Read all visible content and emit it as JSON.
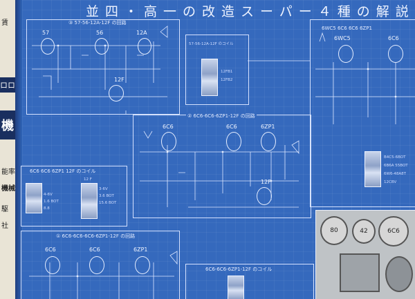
{
  "page_title": "並四・高一の改造スーパー４種の解説",
  "left_strip": {
    "top_box": "ロロ",
    "mid_box": "機",
    "text_lines": [
      "賃",
      "能率",
      "機械",
      "駆",
      "社"
    ]
  },
  "panels": [
    {
      "caption": "③ 57-56-12A-12F の回路"
    },
    {
      "caption": "57-56-12A-12F のコイル"
    },
    {
      "caption": "② 6C6-6C6-6ZP1-12F の回路"
    },
    {
      "caption": "6C6 6C6 6ZP1 12F のコイル"
    },
    {
      "caption": "① 6C6-6C6-6C6-6ZP1-12F の回路"
    },
    {
      "caption": "6C6-6C6-6ZP1-12F のコイル"
    },
    {
      "caption": "6WC5 6C6 6C6 6ZP1"
    }
  ],
  "tubes": {
    "p1": [
      "57",
      "56",
      "12A",
      "12F"
    ],
    "p3": [
      "6C6",
      "6C6",
      "6ZP1",
      "12F"
    ],
    "p5": [
      "6C6",
      "6C6",
      "6ZP1"
    ],
    "p7": [
      "6WC5",
      "6C6"
    ]
  },
  "coil_notes": {
    "c1": [
      "57-56-12A-12F のコイル",
      "12FB1",
      "12FB2"
    ],
    "c2": [
      "12 F",
      "3-6V",
      "3.6 BOT",
      "15.6 BOT",
      "4-6V",
      "1.6 BOT",
      "8.8"
    ],
    "c3": [
      "B4C5-6BOT",
      "6B6A 55BOT",
      "6W6-48A8T",
      "12CBV"
    ]
  },
  "meters": [
    "80",
    "42",
    "6C6"
  ]
}
